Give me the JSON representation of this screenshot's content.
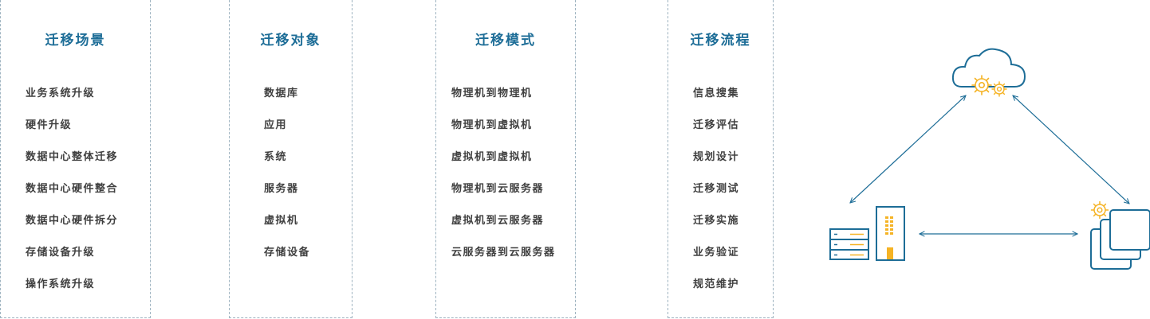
{
  "columns": [
    {
      "title": "迁移场景",
      "items": [
        "业务系统升级",
        "硬件升级",
        "数据中心整体迁移",
        "数据中心硬件整合",
        "数据中心硬件拆分",
        "存储设备升级",
        "操作系统升级"
      ]
    },
    {
      "title": "迁移对象",
      "items": [
        "数据库",
        "应用",
        "系统",
        "服务器",
        "虚拟机",
        "存储设备"
      ]
    },
    {
      "title": "迁移模式",
      "items": [
        "物理机到物理机",
        "物理机到虚拟机",
        "虚拟机到虚拟机",
        "物理机到云服务器",
        "虚拟机到云服务器",
        "云服务器到云服务器"
      ]
    },
    {
      "title": "迁移流程",
      "items": [
        "信息搜集",
        "迁移评估",
        "规划设计",
        "迁移测试",
        "迁移实施",
        "业务验证",
        "规范维护"
      ]
    }
  ],
  "diagram": {
    "icons": [
      "cloud-gears-icon",
      "server-rack-icon",
      "virtual-machines-icon"
    ],
    "colors": {
      "line": "#1d6d97",
      "accent": "#f5b324"
    }
  }
}
